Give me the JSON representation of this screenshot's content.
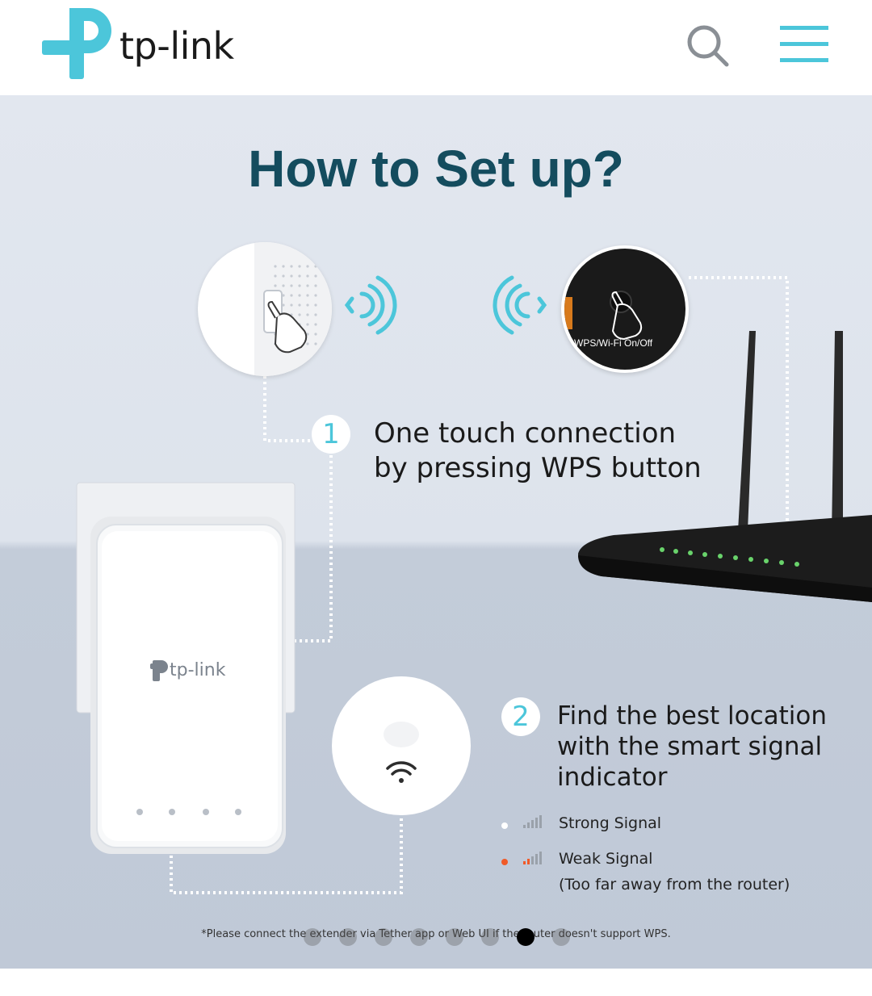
{
  "header": {
    "logo_text": "tp-link",
    "search_icon": "search-icon",
    "menu_icon": "hamburger-menu-icon"
  },
  "banner": {
    "title": "How to Set up?",
    "router_caption": "WPS/Wi-Fi On/Off",
    "device_logo_text": "tp-link",
    "step1": {
      "number": "1",
      "text": "One touch connection by pressing WPS button"
    },
    "step2": {
      "number": "2",
      "text": "Find the best location with the smart signal indicator"
    },
    "legend": {
      "strong": "Strong Signal",
      "weak": "Weak Signal",
      "weak_note": "(Too far away from the router)"
    },
    "footnote": "*Please connect the extender via Tether app or Web UI if the router doesn't support WPS."
  },
  "carousel": {
    "count": 8,
    "active_index": 6
  },
  "colors": {
    "brand_teal": "#4cc6da",
    "title_dark": "#144c5e",
    "weak_signal": "#f05a28"
  }
}
